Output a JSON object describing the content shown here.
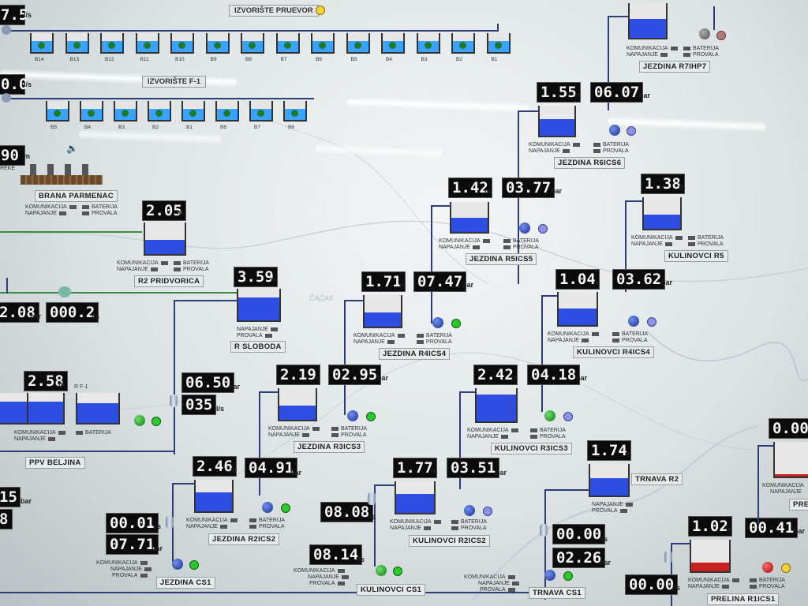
{
  "screen": {
    "title_top": "IZVORIŠTE PRUEVOR",
    "title_second": "IZVORIŠTE F-1",
    "map_label": "ČAČAK"
  },
  "status_labels": {
    "komunikacija": "KOMUNIKACIJA",
    "napajanje": "NAPAJANJE",
    "provala": "PROVALA",
    "baterija": "BATERIJA"
  },
  "source_row1": {
    "cells": [
      "B14",
      "B13",
      "B12",
      "B11",
      "B10",
      "B9",
      "B8",
      "B7",
      "B6",
      "B5",
      "B4",
      "B3",
      "B2",
      "B1"
    ]
  },
  "source_row2": {
    "cells": [
      "B5",
      "B4",
      "B3",
      "B2",
      "B1",
      "B8",
      "B7",
      "B6"
    ]
  },
  "left_edge": {
    "v1": "7.5",
    "v1_unit": "l/s",
    "v2": "0.0",
    "v2_unit": "l/s",
    "v3": "90",
    "v3_unit": "m",
    "v4": "2.08",
    "v4_unit": "bar",
    "v5": "000.2",
    "v5_unit": "l/s",
    "v6": "15",
    "v6_unit": "bar",
    "v7": "8",
    "v7_unit": "bar",
    "reke": "REKE"
  },
  "brana": {
    "name": "BRANA PARMENAC"
  },
  "stations": {
    "r7ihp7": {
      "name": "JEZDINA R7IHP7"
    },
    "r6ics6": {
      "name": "JEZDINA R6ICS6",
      "level": "1.55",
      "pressure": "06.07"
    },
    "r5ics5": {
      "name": "JEZDINA R5ICS5",
      "level": "1.42",
      "pressure": "03.77"
    },
    "kulinovci_r5": {
      "name": "KULINOVCI R5",
      "level": "1.38"
    },
    "r2_pridvorica": {
      "name": "R2 PRIDVORICA",
      "level": "2.05"
    },
    "r_sloboda": {
      "name": "R SLOBODA",
      "level": "3.59"
    },
    "r4ics4": {
      "name": "JEZDINA R4ICS4",
      "level": "1.71",
      "pressure": "07.47"
    },
    "kulinovci_r4ics4": {
      "name": "KULINOVCI R4ICS4",
      "level": "1.04",
      "pressure": "03.62"
    },
    "ppv_beljina": {
      "name": "PPV BELJINA",
      "level": "2.58",
      "sub": "R F-1",
      "pressure": "06.50",
      "flow": "035"
    },
    "r3ics3": {
      "name": "JEZDINA R3ICS3",
      "level": "2.19",
      "pressure": "02.95"
    },
    "kulinovci_r3ics3": {
      "name": "KULINOVCI R3ICS3",
      "level": "2.42",
      "pressure": "04.18"
    },
    "trnava_r2": {
      "name": "TRNAVA R2",
      "level": "1.74"
    },
    "r2ics2": {
      "name": "JEZDINA R2ICS2",
      "level": "2.46",
      "pressure": "04.91"
    },
    "kulinovci_r2ics2": {
      "name": "KULINOVCI R2ICS2",
      "level": "1.77",
      "pressure": "03.51"
    },
    "jezdina_cs1": {
      "name": "JEZDINA CS1",
      "flow": "00.01",
      "pressure": "07.71"
    },
    "kulinovci_cs1": {
      "name": "KULINOVCI CS1",
      "flow1": "08.08",
      "flow2": "08.14"
    },
    "trnava_cs1": {
      "name": "TRNAVA CS1",
      "flow": "00.00",
      "pressure": "02.26"
    },
    "prelina_r1cs1": {
      "name": "PRELINA R1ICS1",
      "level": "1.02",
      "pressure": "00.41",
      "flow": "00.00"
    },
    "pre_right": {
      "name": "PRE",
      "level": "0.00"
    }
  },
  "units": {
    "m": "m",
    "bar": "bar",
    "ls": "l/s"
  },
  "colors": {
    "water": "#2d4ee0",
    "alarm_water": "#c8201e",
    "pipe": "#2e3d78",
    "pump_on": "#17781a",
    "pump_blue": "#1d2f8a"
  }
}
